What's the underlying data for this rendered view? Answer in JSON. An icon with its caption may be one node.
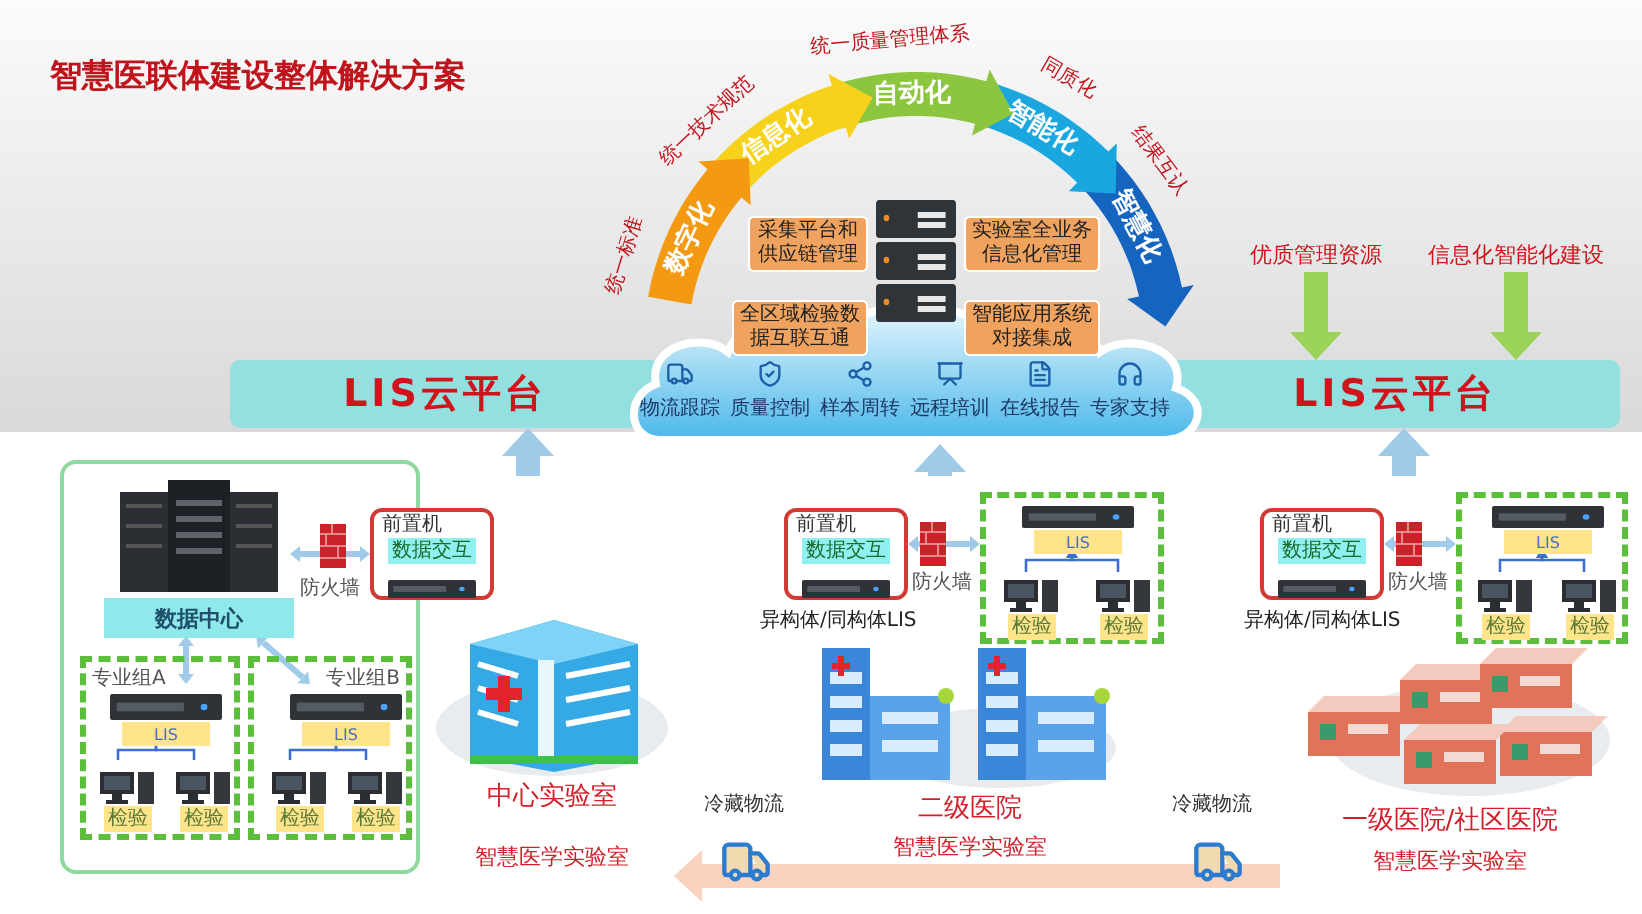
{
  "diagram": {
    "title": "智慧医联体建设整体解决方案",
    "nodes": [
      {
        "text": [
          "LIS云平台"
        ]
      },
      {
        "text": [
          "LIS云平台"
        ]
      },
      {
        "text": [],
        "shape": "cloud"
      },
      {
        "text": [
          "采集平台和供应链管理"
        ]
      },
      {
        "text": [
          "实验室全业务信息化管理"
        ]
      },
      {
        "text": [
          "全区域检验数据互联互通"
        ]
      },
      {
        "text": [
          "智能应用系统对接集成"
        ]
      },
      {
        "text": [
          "优质管理资源"
        ]
      },
      {
        "text": [
          "信息化智能化建设"
        ]
      },
      {
        "text": [],
        "shape": "box"
      },
      {
        "text": [
          "数据中心"
        ],
        "in": 9
      },
      {
        "text": [
          "前置机",
          "数据交互"
        ]
      },
      {
        "text": [
          "专业组A"
        ],
        "in": 9
      },
      {
        "text": [
          "LIS"
        ],
        "in": 12
      },
      {
        "text": [
          "检验"
        ],
        "in": 12
      },
      {
        "text": [
          "检验"
        ],
        "in": 12
      },
      {
        "text": [
          "专业组B"
        ],
        "in": 9
      },
      {
        "text": [
          "LIS"
        ],
        "in": 16
      },
      {
        "text": [
          "检验"
        ],
        "in": 16
      },
      {
        "text": [
          "检验"
        ],
        "in": 16
      },
      {
        "text": [
          "中心实验室"
        ],
        "beside": [
          "智慧医学实验室"
        ]
      },
      {
        "text": [
          "前置机",
          "数据交互"
        ],
        "beside": [
          "异构体/同构体LIS"
        ]
      },
      {
        "text": [],
        "shape": "box"
      },
      {
        "text": [
          "LIS"
        ],
        "in": 22
      },
      {
        "text": [
          "检验"
        ],
        "in": 22
      },
      {
        "text": [
          "检验"
        ],
        "in": 22
      },
      {
        "text": [
          "二级医院"
        ],
        "beside": [
          "智慧医学实验室"
        ]
      },
      {
        "text": [
          "前置机",
          "数据交互"
        ],
        "beside": [
          "异构体/同构体LIS"
        ]
      },
      {
        "text": [],
        "shape": "box"
      },
      {
        "text": [
          "LIS"
        ],
        "in": 28
      },
      {
        "text": [
          "检验"
        ],
        "in": 28
      },
      {
        "text": [
          "检验"
        ],
        "in": 28
      },
      {
        "text": [
          "一级医院/社区医院"
        ],
        "beside": [
          "智慧医学实验室"
        ]
      }
    ],
    "edges": [
      {
        "from": 7,
        "to": 1,
        "arrow": "to",
        "style": "thick",
        "color": "#9bd35a"
      },
      {
        "from": 8,
        "to": 1,
        "arrow": "to",
        "style": "thick",
        "color": "#9bd35a"
      },
      {
        "from": null,
        "to": 0,
        "arrow": "to",
        "style": "thick"
      },
      {
        "from": null,
        "to": 2,
        "arrow": "to",
        "style": "thick"
      },
      {
        "from": null,
        "to": 1,
        "arrow": "to",
        "style": "thick"
      },
      {
        "from": 10,
        "to": 11,
        "arrow": "both"
      },
      {
        "from": 10,
        "to": 13,
        "arrow": "both"
      },
      {
        "from": 10,
        "to": 17,
        "arrow": "both"
      },
      {
        "from": 14,
        "to": 13,
        "arrow": "to",
        "color": "#3b6fd1"
      },
      {
        "from": 15,
        "to": 13,
        "arrow": "to",
        "color": "#3b6fd1"
      },
      {
        "from": 18,
        "to": 17,
        "arrow": "to",
        "color": "#3b6fd1"
      },
      {
        "from": 19,
        "to": 17,
        "arrow": "to",
        "color": "#3b6fd1"
      },
      {
        "from": 21,
        "to": 22,
        "arrow": "both"
      },
      {
        "from": 24,
        "to": 23,
        "arrow": "to",
        "color": "#3b6fd1"
      },
      {
        "from": 25,
        "to": 23,
        "arrow": "to",
        "color": "#3b6fd1"
      },
      {
        "from": 27,
        "to": 28,
        "arrow": "both"
      },
      {
        "from": 30,
        "to": 29,
        "arrow": "to",
        "color": "#3b6fd1"
      },
      {
        "from": 31,
        "to": 29,
        "arrow": "to",
        "color": "#3b6fd1"
      },
      {
        "from": 32,
        "to": 20,
        "arrow": "to",
        "style": "thick",
        "color": "#f9d3bd"
      }
    ],
    "labels": [
      "统一标准",
      "统一技术规范",
      "统一质量管理体系",
      "同质化",
      "结果互认",
      "数字化",
      "信息化",
      "自动化",
      "智能化",
      "智慧化",
      "物流跟踪",
      "质量控制",
      "样本周转",
      "远程培训",
      "在线报告",
      "专家支持",
      "防火墙",
      "防火墙",
      "防火墙",
      "冷藏物流",
      "冷藏物流"
    ]
  }
}
